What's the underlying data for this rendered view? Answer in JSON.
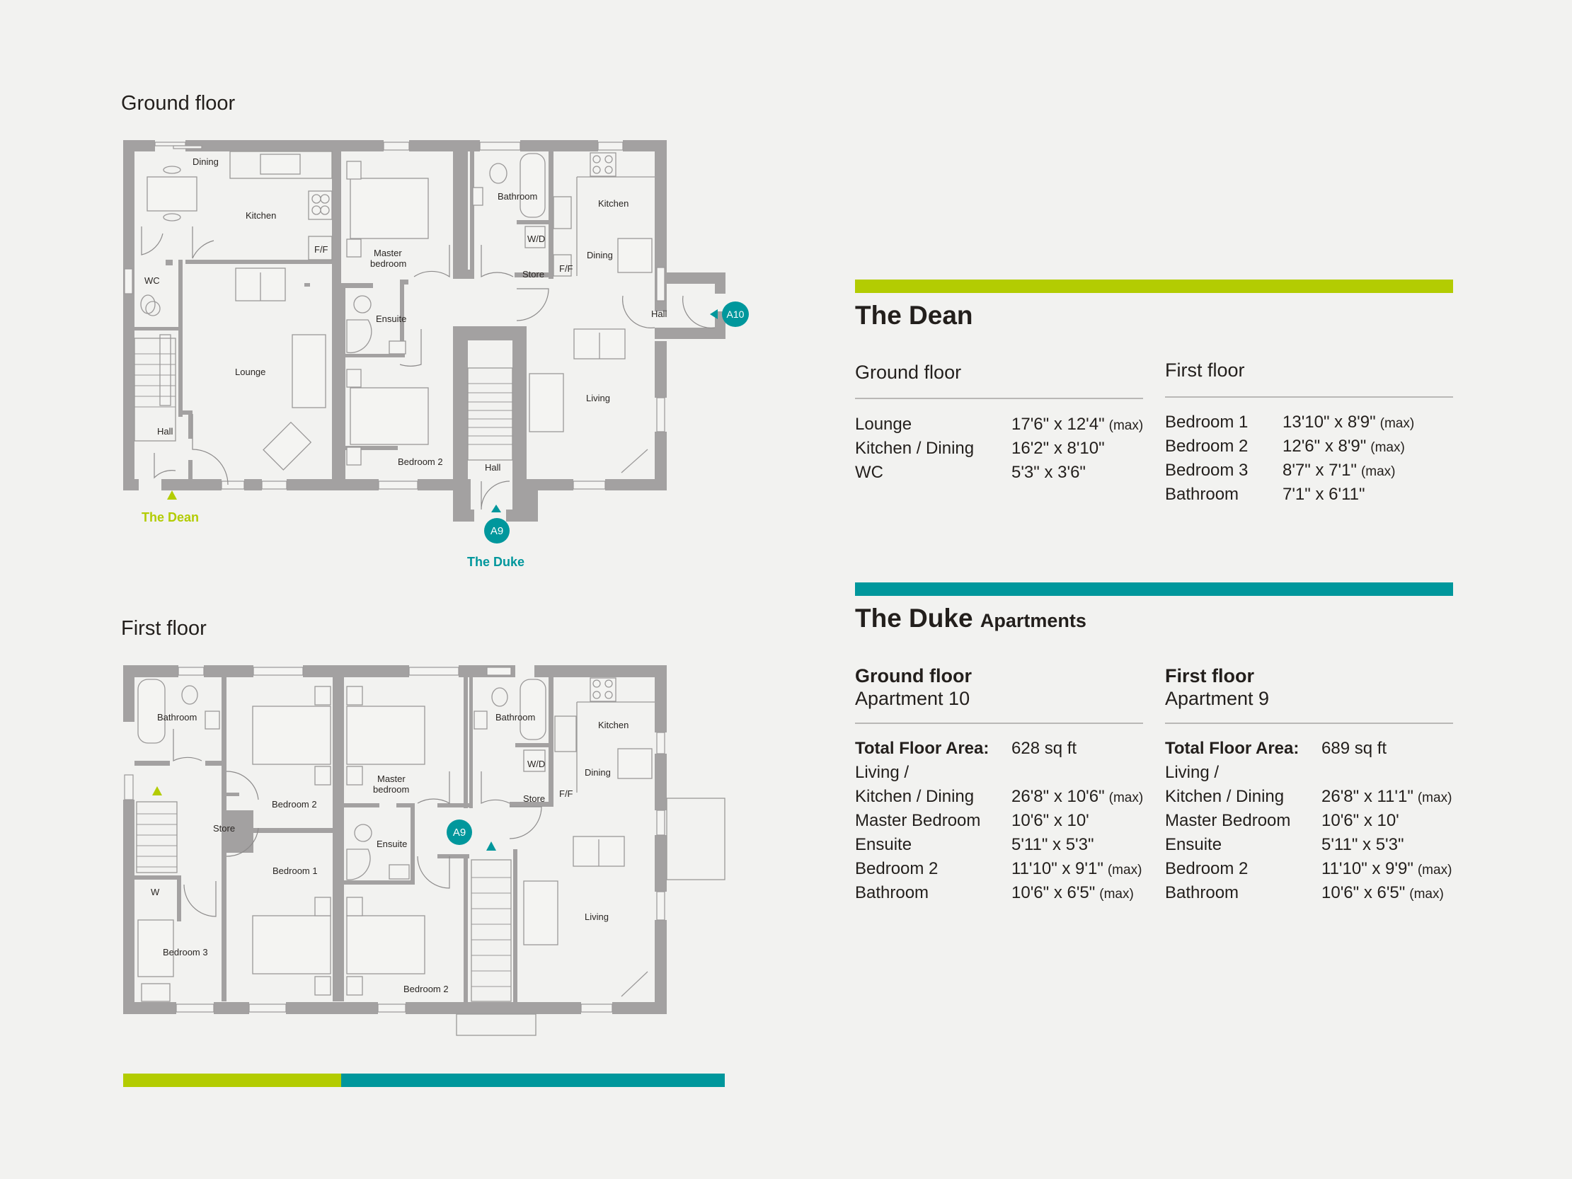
{
  "plans": {
    "ground_floor": {
      "heading": "Ground floor",
      "rooms": {
        "dining": "Dining",
        "kitchen": "Kitchen",
        "ff1": "F/F",
        "wc": "WC",
        "lounge": "Lounge",
        "hall1": "Hall",
        "master_line1": "Master",
        "master_line2": "bedroom",
        "ensuite": "Ensuite",
        "bedroom2": "Bedroom 2",
        "bathroom": "Bathroom",
        "wd": "W/D",
        "store": "Store",
        "ff2": "F/F",
        "kitchen2": "Kitchen",
        "dining2": "Dining",
        "hall2": "Hall",
        "living": "Living",
        "hall3": "Hall"
      },
      "entrances": {
        "dean_label": "The Dean",
        "duke_label": "The Duke",
        "badge_a9": "A9",
        "badge_a10": "A10"
      }
    },
    "first_floor": {
      "heading": "First floor",
      "rooms": {
        "bathroom": "Bathroom",
        "bedroom2": "Bedroom 2",
        "store": "Store",
        "bedroom1": "Bedroom 1",
        "w": "W",
        "bedroom3": "Bedroom 3",
        "master_line1": "Master",
        "master_line2": "bedroom",
        "ensuite": "Ensuite",
        "bedroom2b": "Bedroom 2",
        "bathroom2": "Bathroom",
        "wd": "W/D",
        "store2": "Store",
        "ff": "F/F",
        "kitchen": "Kitchen",
        "dining": "Dining",
        "living": "Living"
      },
      "badge_a9": "A9"
    }
  },
  "colors": {
    "lime": "#b3cc02",
    "teal": "#00979c",
    "wall": "#a3a1a1",
    "background": "#f2f2f0",
    "text": "#231f1c"
  },
  "dean": {
    "title": "The Dean",
    "ground": {
      "heading": "Ground floor",
      "rows": [
        {
          "label": "Lounge",
          "value": "17'6\" x 12'4\"",
          "note": "(max)"
        },
        {
          "label": "Kitchen / Dining",
          "value": "16'2\" x 8'10\"",
          "note": ""
        },
        {
          "label": "WC",
          "value": "5'3\" x 3'6\"",
          "note": ""
        }
      ]
    },
    "first": {
      "heading": "First floor",
      "rows": [
        {
          "label": "Bedroom 1",
          "value": "13'10\" x 8'9\"",
          "note": "(max)"
        },
        {
          "label": "Bedroom 2",
          "value": "12'6\" x 8'9\"",
          "note": "(max)"
        },
        {
          "label": "Bedroom 3",
          "value": "8'7\" x 7'1\"",
          "note": "(max)"
        },
        {
          "label": "Bathroom",
          "value": "7'1\" x 6'11\"",
          "note": ""
        }
      ]
    }
  },
  "duke": {
    "title": "The Duke",
    "subtitle": "Apartments",
    "ground": {
      "heading": "Ground floor",
      "subheading": "Apartment 10",
      "total_label": "Total Floor Area:",
      "total_value": "628 sq ft",
      "rows": [
        {
          "label": "Living /",
          "value": "",
          "note": ""
        },
        {
          "label": "Kitchen / Dining",
          "value": "26'8\" x 10'6\"",
          "note": "(max)"
        },
        {
          "label": "Master Bedroom",
          "value": "10'6\" x 10'",
          "note": ""
        },
        {
          "label": "Ensuite",
          "value": "5'11\" x 5'3\"",
          "note": ""
        },
        {
          "label": "Bedroom 2",
          "value": "11'10\" x 9'1\"",
          "note": "(max)"
        },
        {
          "label": "Bathroom",
          "value": "10'6\" x 6'5\"",
          "note": "(max)"
        }
      ]
    },
    "first": {
      "heading": "First floor",
      "subheading": "Apartment 9",
      "total_label": "Total Floor Area:",
      "total_value": "689 sq ft",
      "rows": [
        {
          "label": "Living /",
          "value": "",
          "note": ""
        },
        {
          "label": "Kitchen / Dining",
          "value": "26'8\" x 11'1\"",
          "note": "(max)"
        },
        {
          "label": "Master Bedroom",
          "value": "10'6\" x 10'",
          "note": ""
        },
        {
          "label": "Ensuite",
          "value": "5'11\" x 5'3\"",
          "note": ""
        },
        {
          "label": "Bedroom 2",
          "value": "11'10\" x 9'9\"",
          "note": "(max)"
        },
        {
          "label": "Bathroom",
          "value": "10'6\" x 6'5\"",
          "note": "(max)"
        }
      ]
    }
  }
}
